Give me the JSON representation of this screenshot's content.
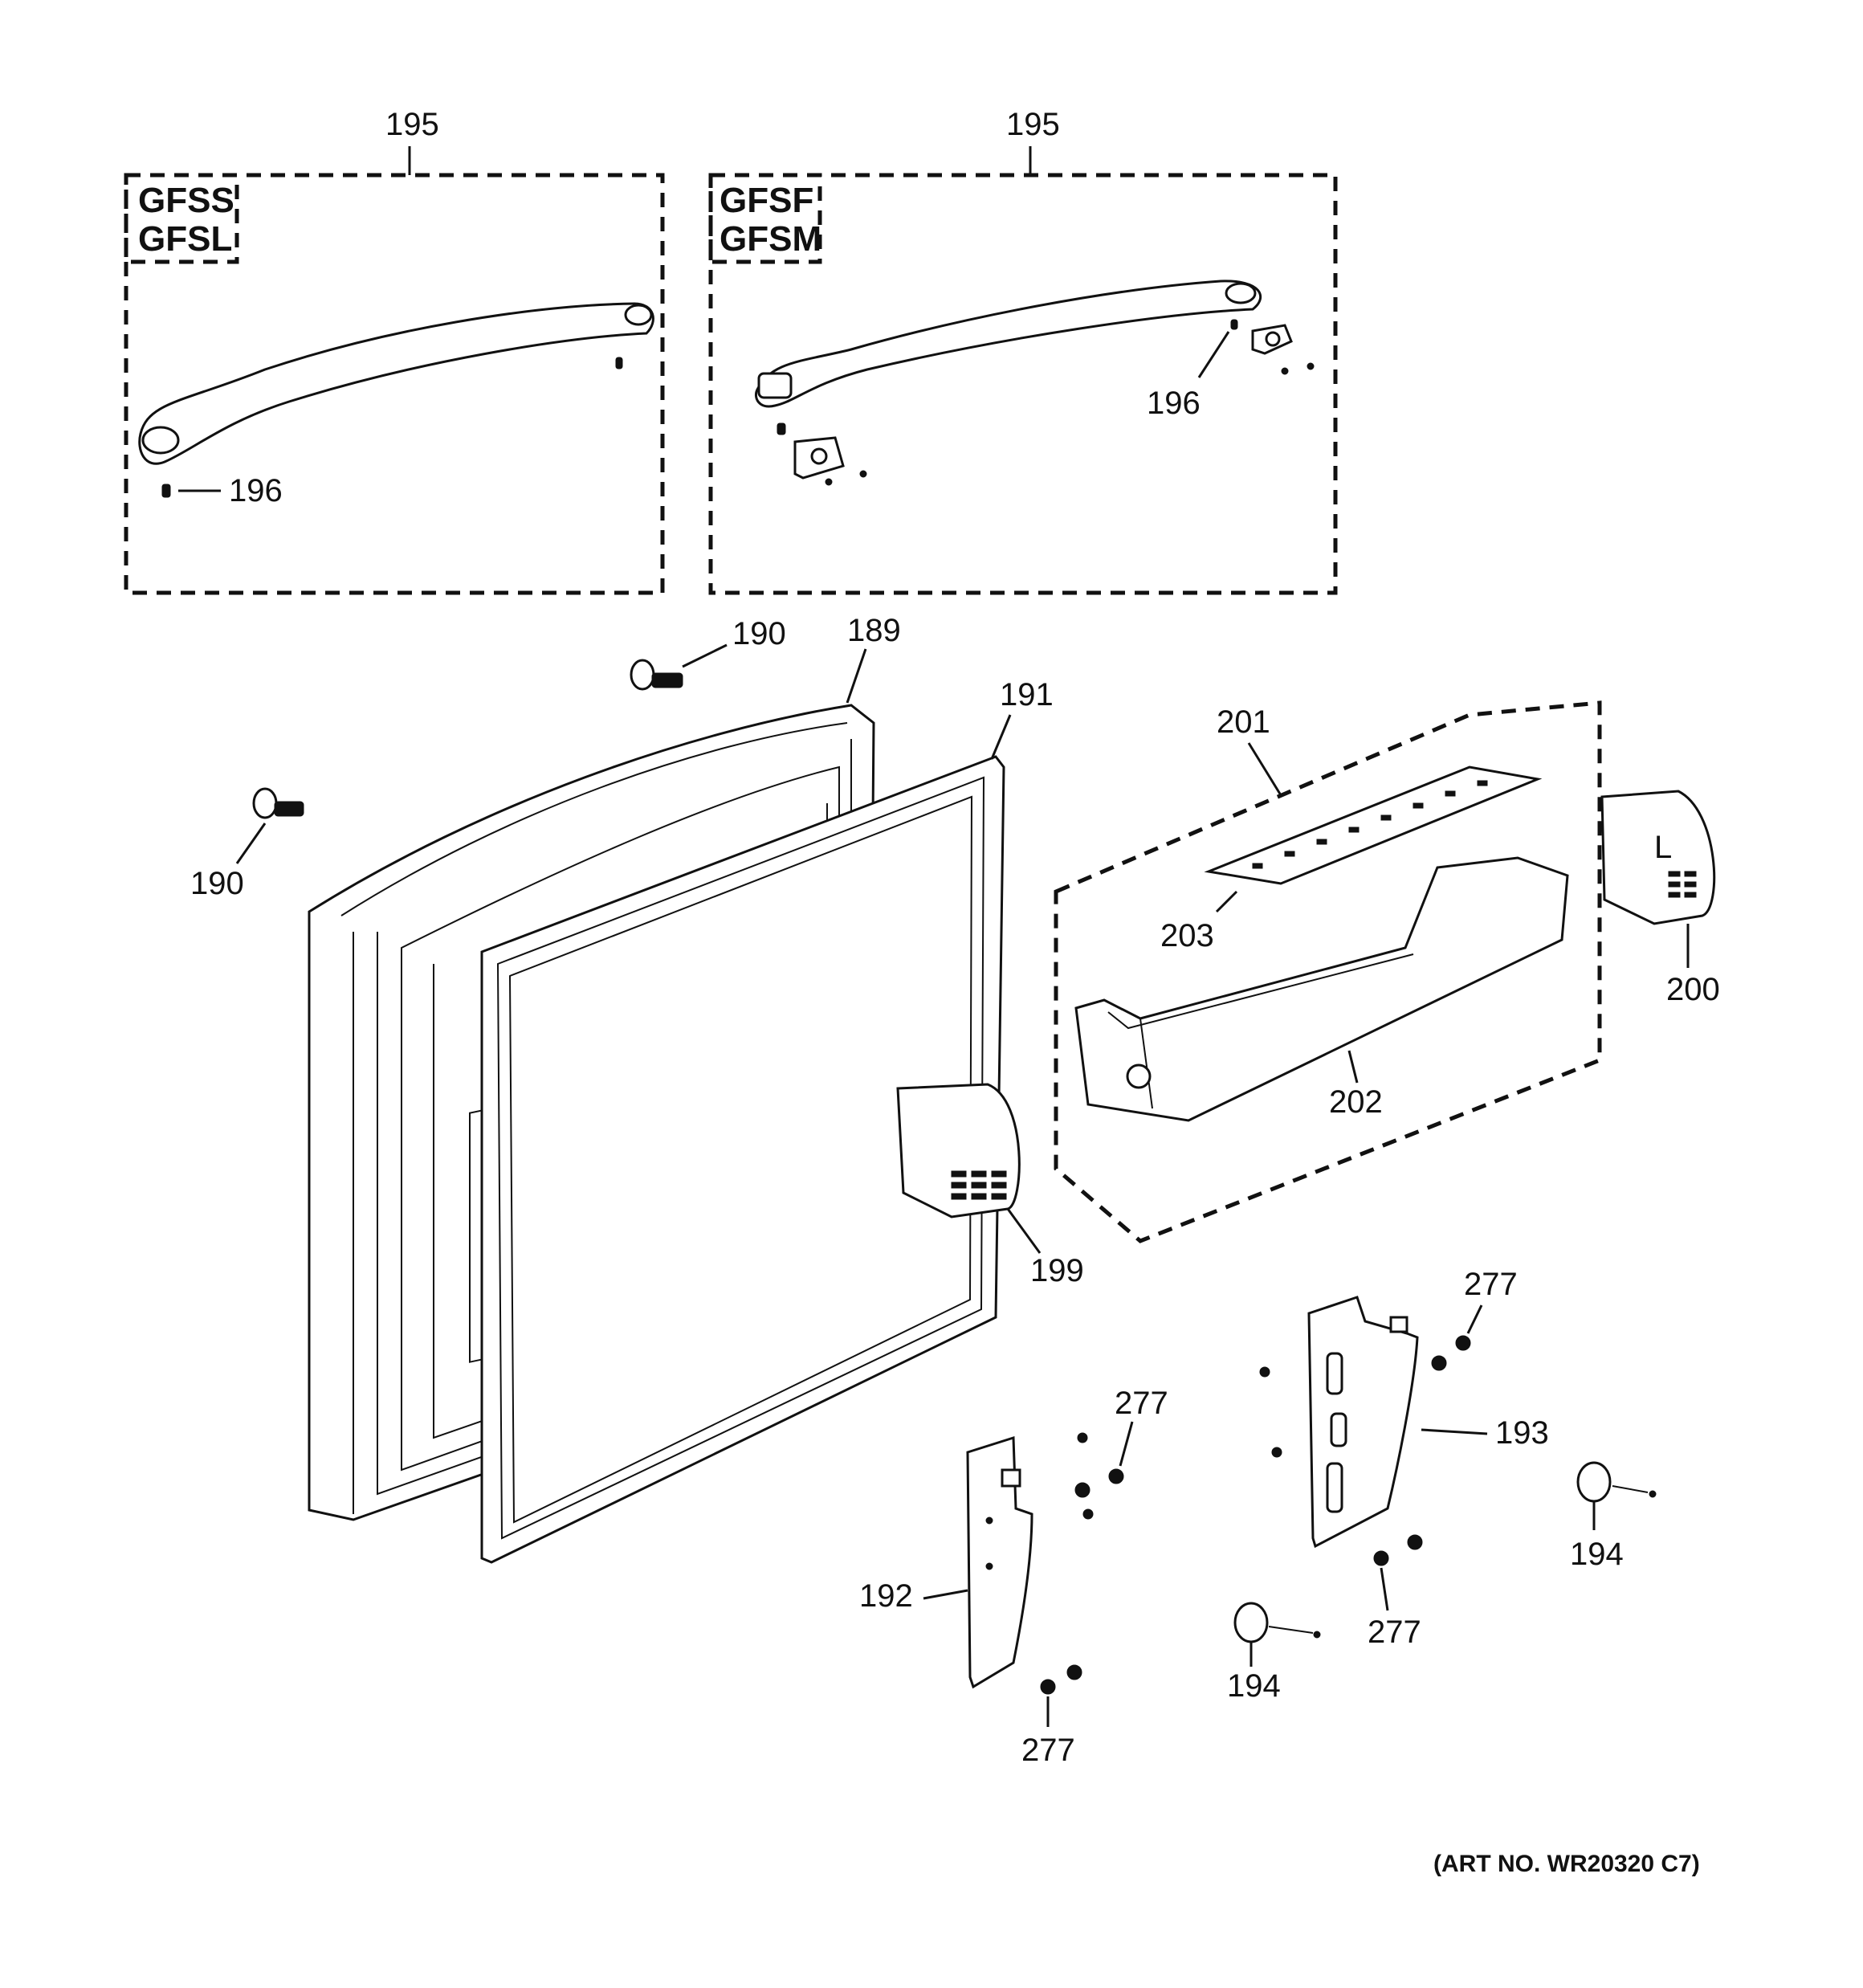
{
  "diagram": {
    "group_labels": {
      "left_box": [
        "GFSS",
        "GFSL"
      ],
      "right_box": [
        "GFSF",
        "GFSM"
      ]
    },
    "callouts": {
      "handle_left": "195",
      "handle_right": "195",
      "plug_left": "196",
      "plug_right": "196",
      "screw_top": "190",
      "screw_left": "190",
      "door": "189",
      "gasket": "191",
      "bin_assembly": "201",
      "bin_cover": "203",
      "bin": "202",
      "cap_right": "200",
      "cap_center": "199",
      "hinge_left": "192",
      "hinge_right": "193",
      "screw_277_a": "277",
      "screw_277_b": "277",
      "screw_277_c": "277",
      "screw_277_d": "277",
      "stopper_left": "194",
      "stopper_right": "194"
    },
    "art_number": "(ART NO. WR20320 C7)"
  }
}
